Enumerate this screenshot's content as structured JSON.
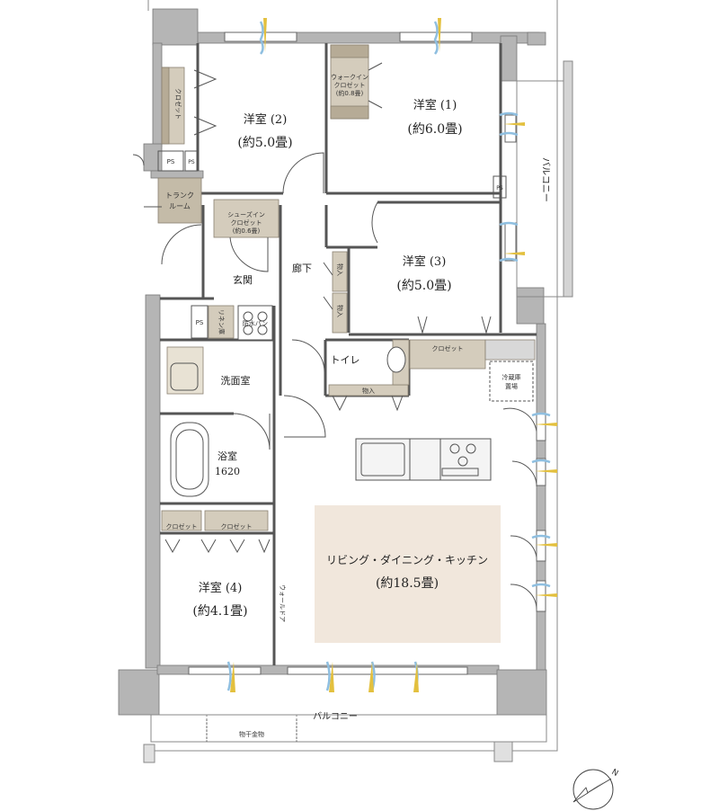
{
  "rooms": {
    "western1": {
      "name": "洋室 (1)",
      "size": "(約6.0畳)"
    },
    "western2": {
      "name": "洋室 (2)",
      "size": "(約5.0畳)"
    },
    "western3": {
      "name": "洋室 (3)",
      "size": "(約5.0畳)"
    },
    "western4": {
      "name": "洋室 (4)",
      "size": "(約4.1畳)"
    },
    "ldk": {
      "name": "リビング・ダイニング・キッチン",
      "size": "(約18.5畳)"
    },
    "bath": {
      "name": "浴室",
      "size": "1620"
    },
    "washroom": "洗面室",
    "toilet": "トイレ",
    "entrance": "玄関",
    "hallway": "廊下"
  },
  "storage": {
    "walkin_closet": [
      "ウォークイン",
      "クロゼット",
      "(約0.8畳)"
    ],
    "shoes_closet": [
      "シューズイン",
      "クロゼット",
      "(約0.6畳)"
    ],
    "closet": "クロゼット",
    "storage": "物入",
    "trunk_room": [
      "トランク",
      "ルーム"
    ],
    "linen": "リネン庫",
    "pan": "防水パン",
    "ps": "PS",
    "fridge": [
      "冷蔵庫",
      "置場"
    ],
    "wall_door": "ウォールドア"
  },
  "balcony": {
    "side": "バルコニー",
    "bottom": "バルコニー",
    "laundry": "物干金物"
  },
  "compass": {
    "north_label": "N"
  },
  "colors": {
    "wall": "#b5b5b5",
    "wall_dark": "#9a9a9a",
    "closet": "#d4ccbc",
    "closet_dark": "#b6ab96",
    "ldk_fill": "#f1e7dc",
    "window_blue": "#8fbfe0",
    "window_yellow": "#e3c03e"
  }
}
